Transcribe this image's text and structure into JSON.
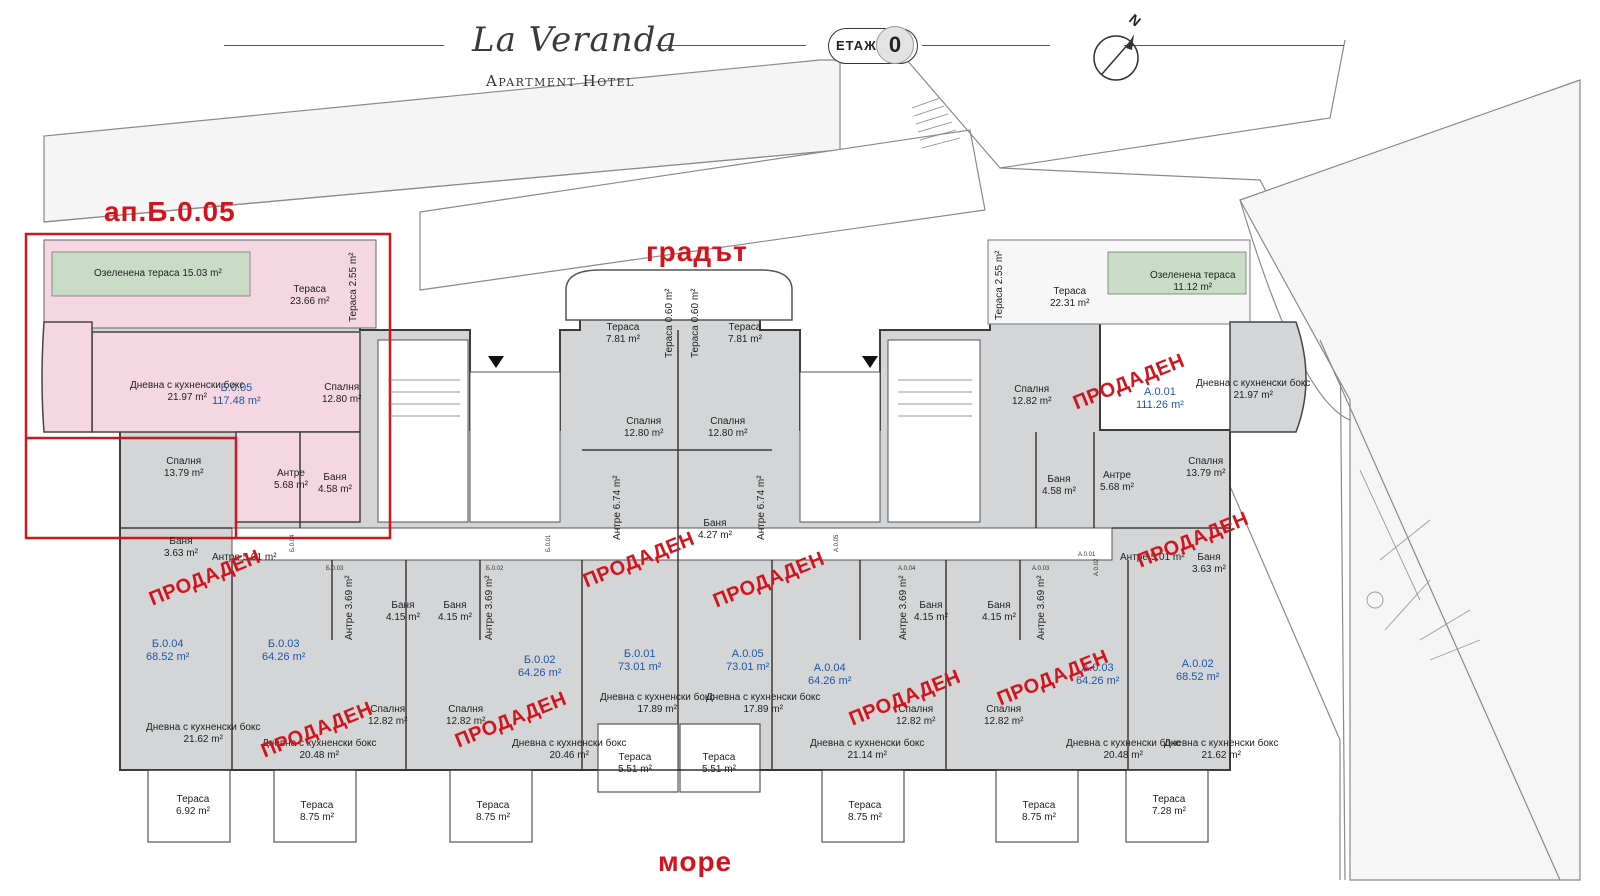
{
  "brand": {
    "name": "La Veranda",
    "subtitle": "Apartment Hotel"
  },
  "floor": {
    "label": "ЕТАЖ",
    "number": "0"
  },
  "compass": {
    "letter": "N"
  },
  "directions": {
    "city": "градът",
    "sea": "море"
  },
  "highlight": {
    "label": "ап.Б.0.05",
    "color": "#d4141c",
    "fill": "#f4d7e0"
  },
  "colors": {
    "sold": "#d4141c",
    "apartment_id": "#1f56a8",
    "green_terrace": "#c9ddc6",
    "room_fill": "#cfd1d2"
  },
  "sold_label": "ПРОДАДЕН",
  "apartments": [
    {
      "id": "Б.0.05",
      "area": "117.48 m²"
    },
    {
      "id": "Б.0.04",
      "area": "68.52 m²"
    },
    {
      "id": "Б.0.03",
      "area": "64.26 m²"
    },
    {
      "id": "Б.0.02",
      "area": "64.26 m²"
    },
    {
      "id": "Б.0.01",
      "area": "73.01 m²"
    },
    {
      "id": "А.0.05",
      "area": "73.01 m²"
    },
    {
      "id": "А.0.04",
      "area": "64.26 m²"
    },
    {
      "id": "А.0.03",
      "area": "64.26 m²"
    },
    {
      "id": "А.0.02",
      "area": "68.52 m²"
    },
    {
      "id": "А.0.01",
      "area": "111.26 m²"
    }
  ],
  "rooms": [
    {
      "name": "Озеленена тераса",
      "area": "15.03 m²"
    },
    {
      "name": "Тераса",
      "area": "23.66 m²"
    },
    {
      "name": "Тераса",
      "area": "2.55 m²"
    },
    {
      "name": "Дневна с кухненски бокс",
      "area": "21.97 m²"
    },
    {
      "name": "Спалня",
      "area": "12.80 m²"
    },
    {
      "name": "Спалня",
      "area": "13.79 m²"
    },
    {
      "name": "Антре",
      "area": "5.68 m²"
    },
    {
      "name": "Баня",
      "area": "4.58 m²"
    },
    {
      "name": "Баня",
      "area": "3.63 m²"
    },
    {
      "name": "Антре",
      "area": "5.01 m²"
    },
    {
      "name": "Тераса",
      "area": "7.81 m²"
    },
    {
      "name": "Тераса",
      "area": "0.60 m²"
    },
    {
      "name": "Тераса",
      "area": "0.60 m²"
    },
    {
      "name": "Тераса",
      "area": "7.81 m²"
    },
    {
      "name": "Спалня",
      "area": "12.80 m²"
    },
    {
      "name": "Спалня",
      "area": "12.80 m²"
    },
    {
      "name": "Антре",
      "area": "6.74 m²"
    },
    {
      "name": "Баня",
      "area": "4.27 m²"
    },
    {
      "name": "Антре",
      "area": "6.74 m²"
    },
    {
      "name": "Баня",
      "area": "4.15 m²"
    },
    {
      "name": "Баня",
      "area": "4.15 m²"
    },
    {
      "name": "Антре",
      "area": "3.69 m²"
    },
    {
      "name": "Антре",
      "area": "3.69 m²"
    },
    {
      "name": "Дневна с кухненски бокс",
      "area": "21.62 m²"
    },
    {
      "name": "Дневна с кухненски бокс",
      "area": "20.48 m²"
    },
    {
      "name": "Спалня",
      "area": "12.82 m²"
    },
    {
      "name": "Спалня",
      "area": "12.82 m²"
    },
    {
      "name": "Дневна с кухненски бокс",
      "area": "20.46 m²"
    },
    {
      "name": "Дневна с кухненски бокс",
      "area": "17.89 m²"
    },
    {
      "name": "Дневна с кухненски бокс",
      "area": "17.89 m²"
    },
    {
      "name": "Тераса",
      "area": "5.51 m²"
    },
    {
      "name": "Тераса",
      "area": "5.51 m²"
    },
    {
      "name": "Тераса",
      "area": "6.92 m²"
    },
    {
      "name": "Тераса",
      "area": "8.75 m²"
    },
    {
      "name": "Тераса",
      "area": "8.75 m²"
    },
    {
      "name": "Тераса",
      "area": "2.55 m²"
    },
    {
      "name": "Тераса",
      "area": "22.31 m²"
    },
    {
      "name": "Озеленена тераса",
      "area": "11.12 m²"
    },
    {
      "name": "Спалня",
      "area": "12.82 m²"
    },
    {
      "name": "Дневна с кухненски бокс",
      "area": "21.97 m²"
    },
    {
      "name": "Антре",
      "area": "5.68 m²"
    },
    {
      "name": "Баня",
      "area": "4.58 m²"
    },
    {
      "name": "Спалня",
      "area": "13.79 m²"
    },
    {
      "name": "Антре",
      "area": "5.01 m²"
    },
    {
      "name": "Баня",
      "area": "3.63 m²"
    },
    {
      "name": "Баня",
      "area": "4.15 m²"
    },
    {
      "name": "Баня",
      "area": "4.15 m²"
    },
    {
      "name": "Антре",
      "area": "3.69 m²"
    },
    {
      "name": "Антре",
      "area": "3.69 m²"
    },
    {
      "name": "Дневна с кухненски бокс",
      "area": "21.14 m²"
    },
    {
      "name": "Спалня",
      "area": "12.82 m²"
    },
    {
      "name": "Спалня",
      "area": "12.82 m²"
    },
    {
      "name": "Дневна с кухненски бокс",
      "area": "20.48 m²"
    },
    {
      "name": "Дневна с кухненски бокс",
      "area": "21.62 m²"
    },
    {
      "name": "Тераса",
      "area": "8.75 m²"
    },
    {
      "name": "Тераса",
      "area": "8.75 m²"
    },
    {
      "name": "Тераса",
      "area": "7.28 m²"
    }
  ],
  "door_tags": [
    "Б.0.04",
    "Б.0.03",
    "Б.0.02",
    "Б.0.01",
    "А.0.05",
    "А.0.04",
    "А.0.03",
    "А.0.01",
    "А.0.02"
  ]
}
